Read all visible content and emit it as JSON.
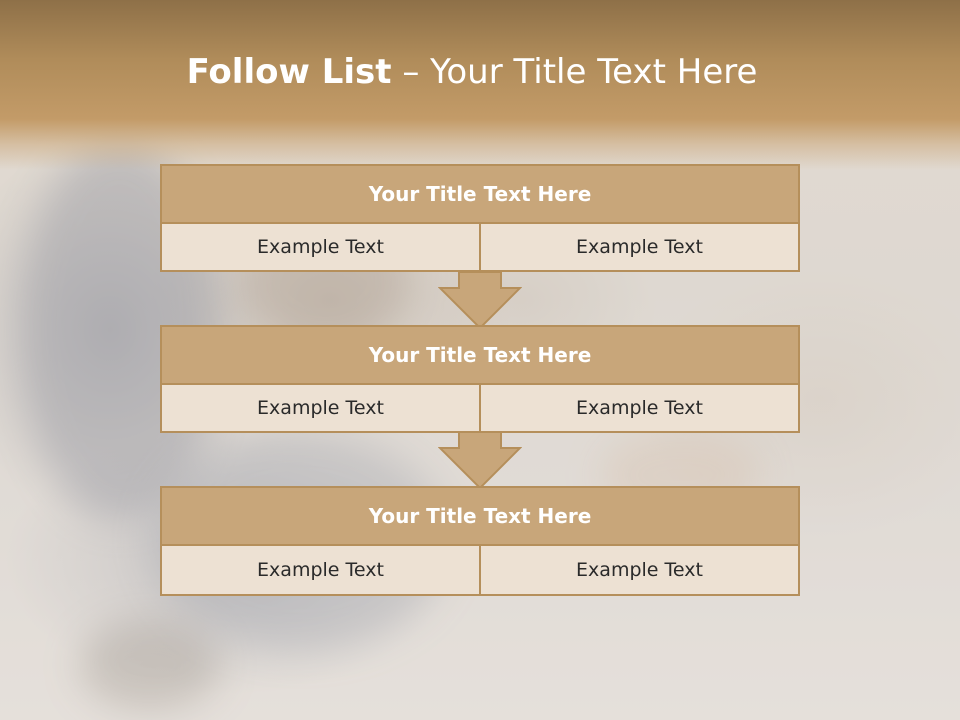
{
  "slide": {
    "title_bold": "Follow List",
    "title_rest": " – Your Title Text Here"
  },
  "stages": [
    {
      "title": "Your Title Text Here",
      "left": "Example Text",
      "right": "Example Text"
    },
    {
      "title": "Your Title Text Here",
      "left": "Example Text",
      "right": "Example Text"
    },
    {
      "title": "Your Title Text Here",
      "left": "Example Text",
      "right": "Example Text"
    }
  ],
  "colors": {
    "header": "#b08c5a",
    "box_title_fill": "#c8a67a",
    "box_body_fill": "#ede1d3",
    "box_border": "#b58f5b",
    "text_dark": "#2a2a2a",
    "text_light": "#ffffff"
  },
  "icons": {
    "connector": "down-arrow-icon"
  }
}
